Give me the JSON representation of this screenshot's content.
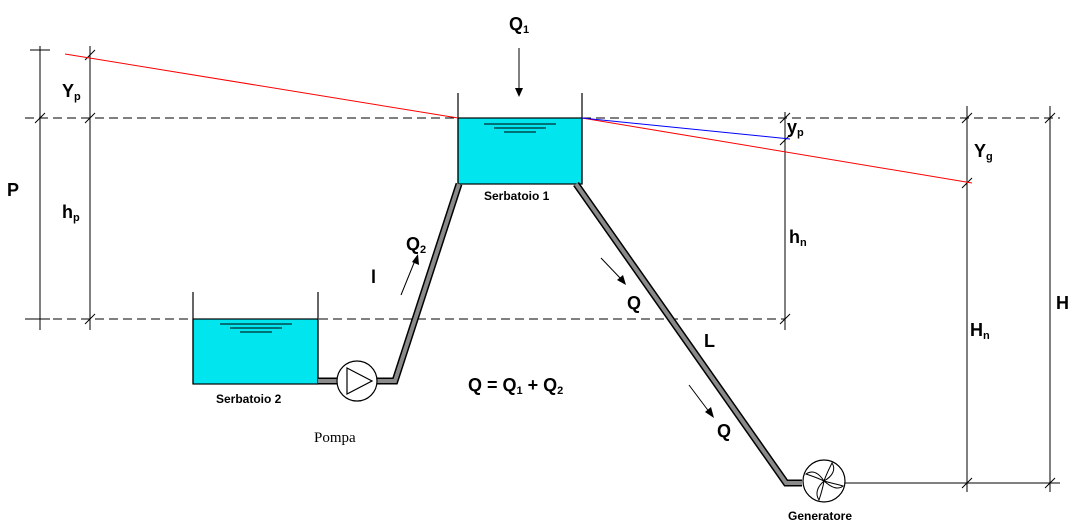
{
  "labels": {
    "q1": "Q",
    "q1_sub": "1",
    "q2": "Q",
    "q2_sub": "2",
    "yp_upper": "Y",
    "yp_upper_sub": "p",
    "yp_lower": "y",
    "yp_lower_sub": "p",
    "yg": "Y",
    "yg_sub": "g",
    "p": "P",
    "hp": "h",
    "hp_sub": "p",
    "hn": "h",
    "hn_sub": "n",
    "Hn": "H",
    "Hn_sub": "n",
    "H": "H",
    "l_small": "l",
    "L": "L",
    "q_mid": "Q",
    "q_low": "Q",
    "equation_parts": [
      "Q = Q",
      "1",
      " + Q",
      "2"
    ]
  },
  "components": {
    "tank1": "Serbatoio 1",
    "tank2": "Serbatoio 2",
    "pump": "Pompa",
    "generator": "Generatore"
  },
  "colors": {
    "water": "#00e5ee",
    "energy_line": "#ff0000",
    "piezometric_line": "#0000ff",
    "pipe_fill": "#8a8a8a"
  }
}
